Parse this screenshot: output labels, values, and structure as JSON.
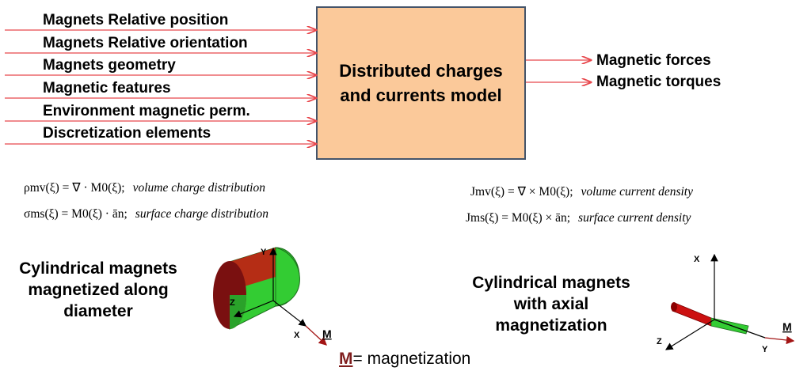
{
  "inputs": [
    "Magnets Relative position",
    "Magnets Relative orientation",
    "Magnets geometry",
    "Magnetic features",
    "Environment magnetic perm.",
    "Discretization elements"
  ],
  "model": {
    "title": "Distributed charges\nand currents model"
  },
  "outputs": [
    "Magnetic forces",
    "Magnetic torques"
  ],
  "equations": {
    "rho": {
      "lhs": "ρmv(ξ) = ∇ · M0(ξ);",
      "desc": "volume charge distribution"
    },
    "sigma": {
      "lhs": "σms(ξ) = M0(ξ) · ān;",
      "desc": "surface charge distribution"
    },
    "jmv": {
      "lhs": "Jmv(ξ) = ∇ × M0(ξ);",
      "desc": "volume current density"
    },
    "jms": {
      "lhs": "Jms(ξ) = M0(ξ) × ān;",
      "desc": "surface current density"
    }
  },
  "captions": {
    "diametral": "Cylindrical magnets\nmagnetized along\ndiameter",
    "axial": "Cylindrical magnets\nwith axial\nmagnetization"
  },
  "axes": {
    "left": {
      "y": "Y",
      "z": "Z",
      "x": "X",
      "m": "M"
    },
    "right": {
      "x": "X",
      "z": "Z",
      "y": "Y",
      "m": "M"
    }
  },
  "legend": {
    "symbol": "M",
    "text": "= magnetization"
  },
  "colors": {
    "arrow": "#e8474c",
    "box_fill": "#fbc99a",
    "box_border": "#44546a",
    "north": "#b30000",
    "south": "#33cc33",
    "m_vector": "#a31515"
  }
}
